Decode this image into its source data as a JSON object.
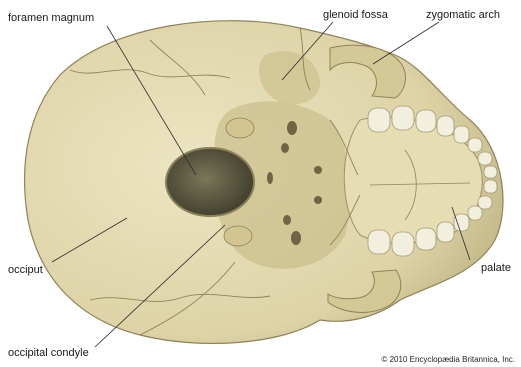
{
  "labels": {
    "foramen_magnum": "foramen magnum",
    "glenoid_fossa": "glenoid fossa",
    "zygomatic_arch": "zygomatic arch",
    "palate": "palate",
    "occiput": "occiput",
    "occipital_condyle": "occipital condyle"
  },
  "credit": "© 2010 Encyclopædia Britannica, Inc.",
  "colors": {
    "bone": "#e4dcb4",
    "bone_shadow": "#b6a978",
    "bone_dark": "#6f6545",
    "foramen": "#5a5642",
    "tooth": "#f2efde",
    "leader_line": "#2a2a2a"
  }
}
